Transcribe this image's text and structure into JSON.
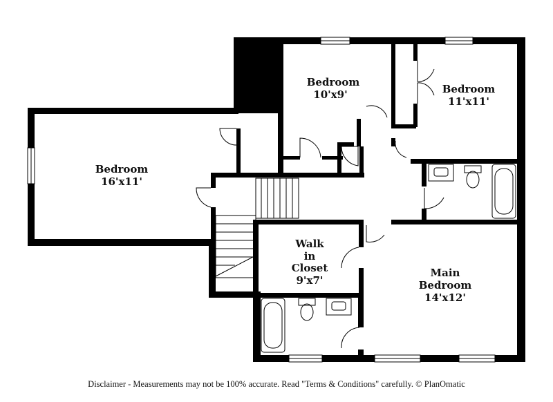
{
  "colors": {
    "wall": "#000000",
    "background": "#ffffff",
    "fixture": "#555555"
  },
  "rooms": {
    "bedroom_a": {
      "name": "Bedroom",
      "size": "16'x11'"
    },
    "bedroom_b": {
      "name": "Bedroom",
      "size": "10'x9'"
    },
    "bedroom_c": {
      "name": "Bedroom",
      "size": "11'x11'"
    },
    "walk_in_closet": {
      "name_line1": "Walk",
      "name_line2": "in",
      "name_line3": "Closet",
      "size": "9'x7'"
    },
    "main_bedroom": {
      "name_line1": "Main",
      "name_line2": "Bedroom",
      "size": "14'x12'"
    }
  },
  "footer": {
    "disclaimer": "Disclaimer - Measurements may not be 100% accurate. Read \"Terms & Conditions\" carefully. © PlanOmatic"
  }
}
